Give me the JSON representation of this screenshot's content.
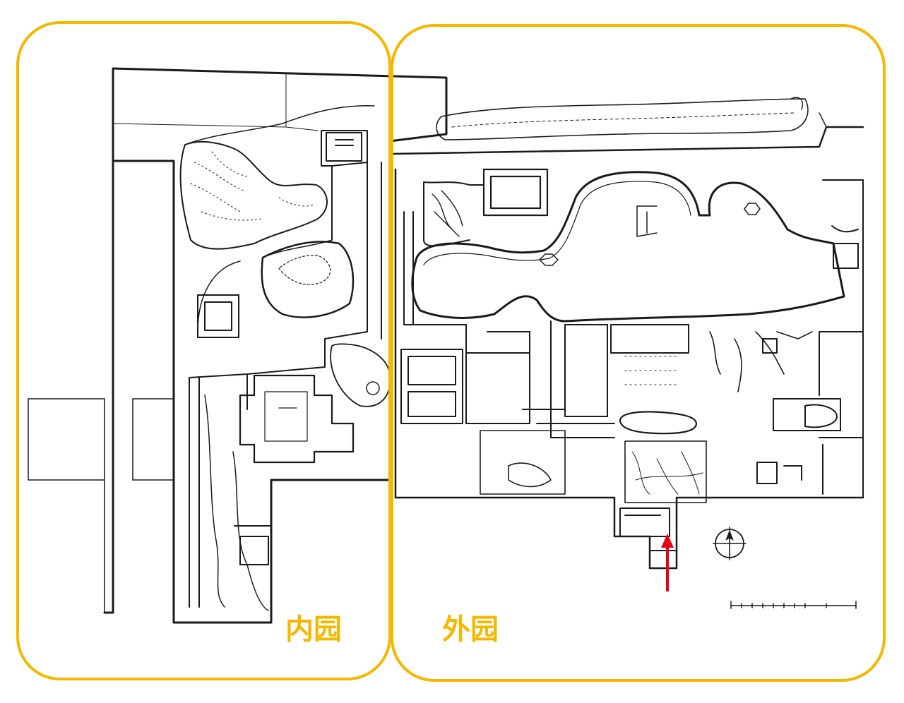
{
  "map": {
    "zones": [
      {
        "id": "inner",
        "label": "内园"
      },
      {
        "id": "outer",
        "label": "外园"
      }
    ],
    "colors": {
      "zone_frame": "#f5b800",
      "zone_label": "#f5b800",
      "entrance_arrow": "#e60012",
      "linework": "#1a1a1a",
      "background": "#ffffff"
    },
    "icons": {
      "north": "north-arrow-icon",
      "entrance": "entrance-arrow-icon",
      "scale": "scale-bar-icon"
    }
  }
}
